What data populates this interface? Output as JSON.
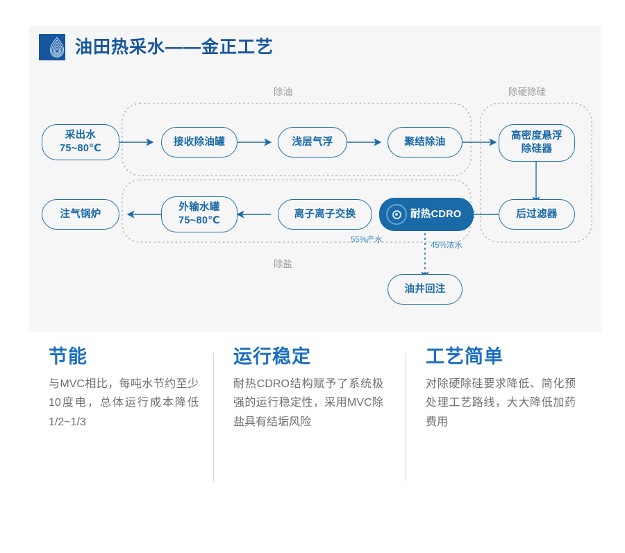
{
  "header": {
    "title": "油田热采水——金正工艺",
    "logo_icon": "water-drop-ripple-icon"
  },
  "diagram": {
    "group_labels": {
      "deoiling": "除油",
      "hardness_silica": "除硬除硅",
      "desalination": "除盐"
    },
    "nodes": {
      "produced_water": "采出水\n75~80℃",
      "produced_water_line1": "采出水",
      "produced_water_line2": "75~80℃",
      "receiving_tank": "接收除油罐",
      "shallow_air_flotation": "浅层气浮",
      "coalescence_deoiling": "聚结除油",
      "high_density_line1": "高密度悬浮",
      "high_density_line2": "除硅器",
      "post_filter": "后过滤器",
      "cdro": "耐热CDRO",
      "ion_exchange": "离子离子交换",
      "export_tank_line1": "外输水罐",
      "export_tank_line2": "75~80℃",
      "steam_boiler": "注气锅炉",
      "well_reinjection": "油井回注"
    },
    "flow_labels": {
      "permeate": "55%产水",
      "concentrate": "45%浓水"
    },
    "colors": {
      "node_stroke": "#1d6fa5",
      "node_text": "#1a6aa8",
      "cdro_fill": "#1a6aa8",
      "group_dotted": "#b5b5b5",
      "flow_label": "#3f8ec4"
    }
  },
  "features": [
    {
      "title": "节能",
      "body": "与MVC相比，每吨水节约至少10度电，总体运行成本降低1/2~1/3"
    },
    {
      "title": "运行稳定",
      "body": "耐热CDRO结构赋予了系统极强的运行稳定性，采用MVC除盐具有结垢风险"
    },
    {
      "title": "工艺简单",
      "body": "对除硬除硅要求降低、简化预处理工艺路线，大大降低加药费用"
    }
  ],
  "theme": {
    "card_bg": "#f6f6f7",
    "page_bg": "#ffffff",
    "title_color": "#17569e",
    "feature_title_color": "#1a6fc0",
    "feature_body_color": "#707070",
    "divider_color": "#d8d8d8"
  }
}
